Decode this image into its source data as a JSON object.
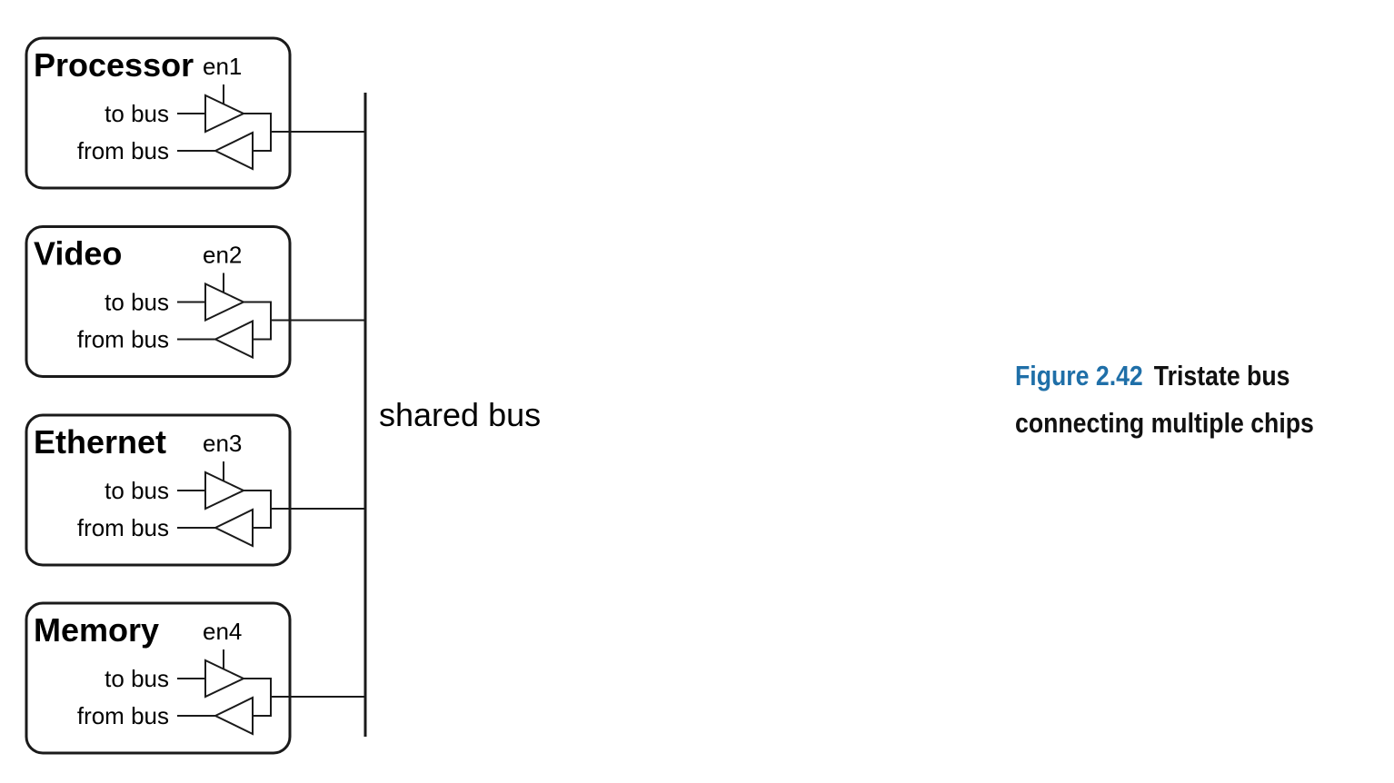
{
  "chips": [
    {
      "name": "Processor",
      "enable": "en1",
      "to_bus": "to bus",
      "from_bus": "from bus"
    },
    {
      "name": "Video",
      "enable": "en2",
      "to_bus": "to bus",
      "from_bus": "from bus"
    },
    {
      "name": "Ethernet",
      "enable": "en3",
      "to_bus": "to bus",
      "from_bus": "from bus"
    },
    {
      "name": "Memory",
      "enable": "en4",
      "to_bus": "to bus",
      "from_bus": "from bus"
    }
  ],
  "bus": {
    "label": "shared bus"
  },
  "caption": {
    "figure_number": "Figure 2.42",
    "line1": "Tristate bus",
    "line2": "connecting multiple chips",
    "number_color": "#1f6fa8"
  }
}
